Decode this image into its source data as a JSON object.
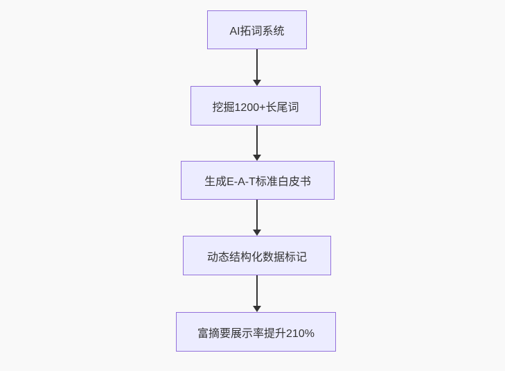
{
  "canvas": {
    "background": "#f9f9f9"
  },
  "flowchart": {
    "type": "flowchart-top-down",
    "nodes": [
      {
        "id": "n1",
        "label": "AI拓词系统"
      },
      {
        "id": "n2",
        "label": "挖掘1200+长尾词"
      },
      {
        "id": "n3",
        "label": "生成E-A-T标准白皮书"
      },
      {
        "id": "n4",
        "label": "动态结构化数据标记"
      },
      {
        "id": "n5",
        "label": "富摘要展示率提升210%"
      }
    ],
    "edges": [
      {
        "from": "n1",
        "to": "n2"
      },
      {
        "from": "n2",
        "to": "n3"
      },
      {
        "from": "n3",
        "to": "n4"
      },
      {
        "from": "n4",
        "to": "n5"
      }
    ],
    "colors": {
      "node_fill": "#ECECFF",
      "node_border": "#9370DB",
      "text": "#333333",
      "arrow": "#333333"
    }
  }
}
